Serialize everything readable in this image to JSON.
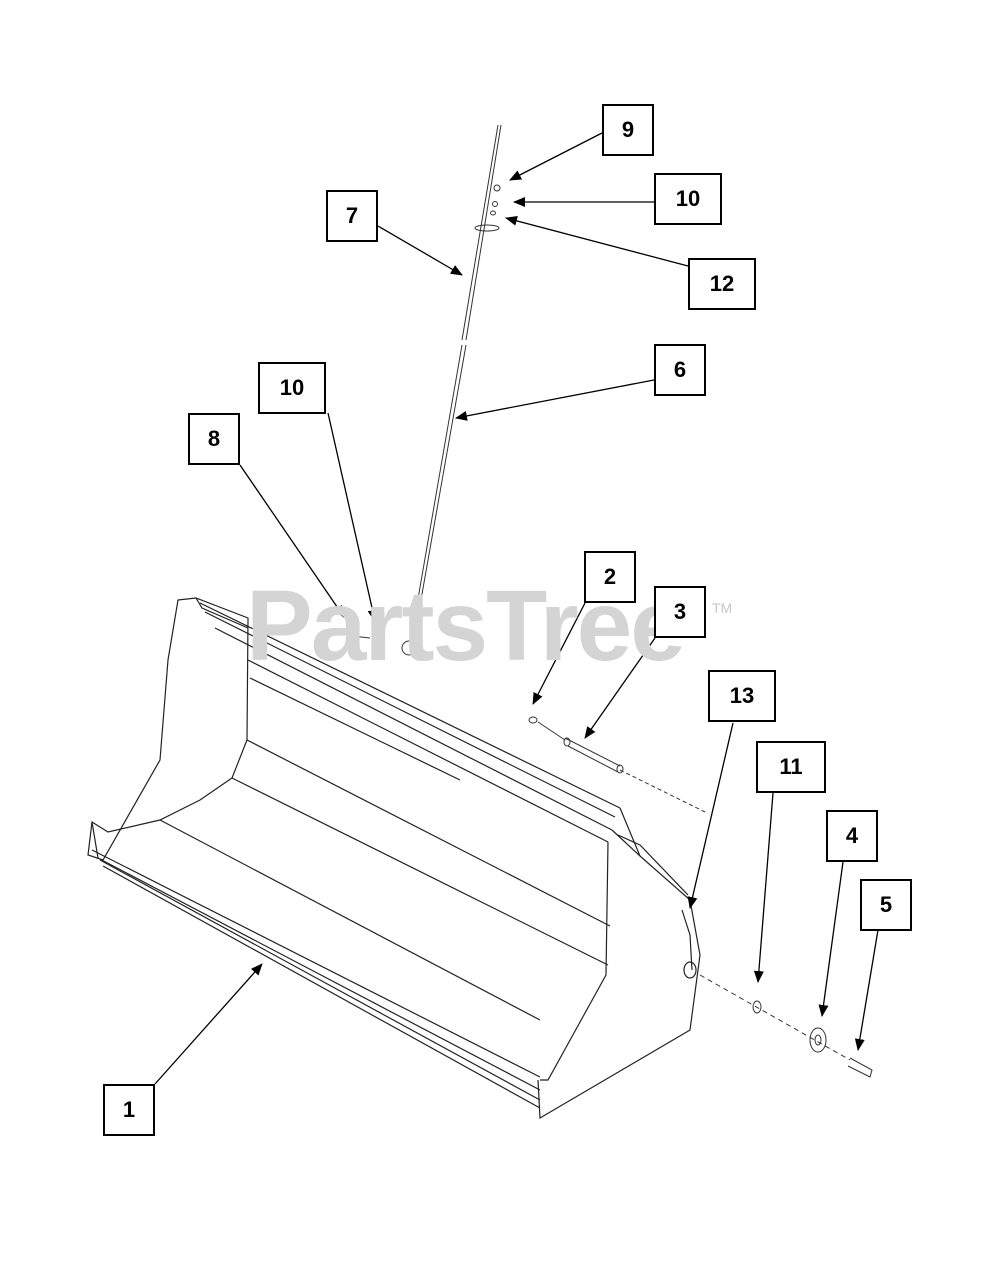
{
  "watermark": {
    "text": "PartsTree",
    "trademark": "TM"
  },
  "callouts": [
    {
      "id": "c9",
      "label": "9"
    },
    {
      "id": "c10a",
      "label": "10"
    },
    {
      "id": "c7",
      "label": "7"
    },
    {
      "id": "c12",
      "label": "12"
    },
    {
      "id": "c6",
      "label": "6"
    },
    {
      "id": "c10b",
      "label": "10"
    },
    {
      "id": "c8",
      "label": "8"
    },
    {
      "id": "c2",
      "label": "2"
    },
    {
      "id": "c3",
      "label": "3"
    },
    {
      "id": "c13",
      "label": "13"
    },
    {
      "id": "c11",
      "label": "11"
    },
    {
      "id": "c4",
      "label": "4"
    },
    {
      "id": "c5",
      "label": "5"
    },
    {
      "id": "c1",
      "label": "1"
    }
  ]
}
